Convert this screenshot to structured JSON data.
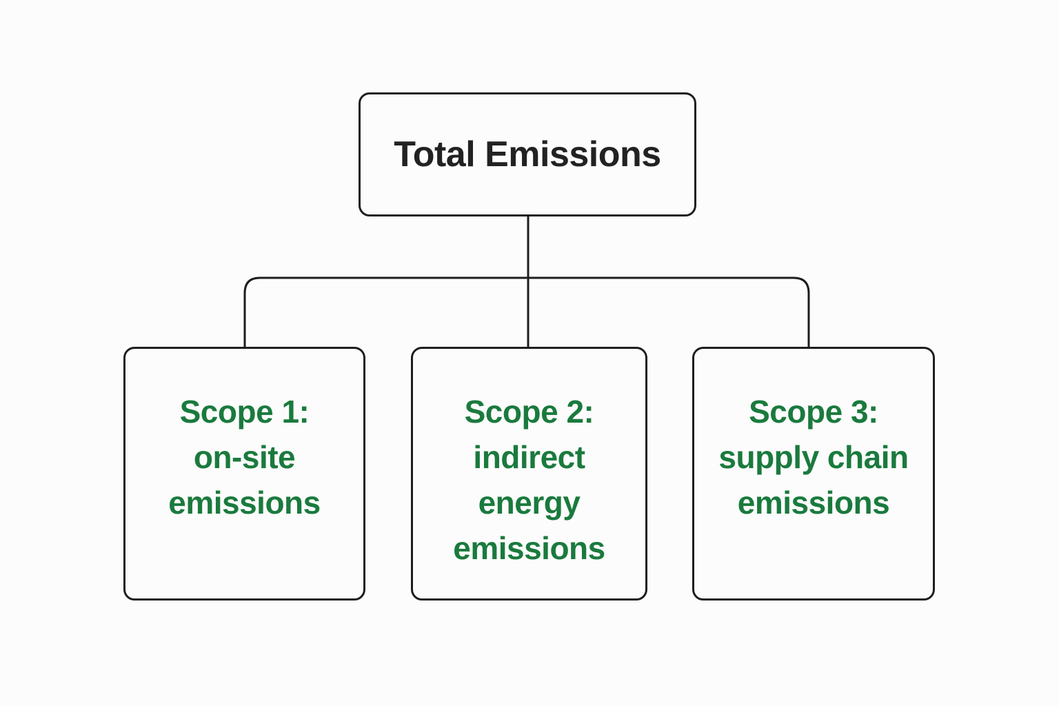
{
  "diagram": {
    "root": {
      "label": "Total Emissions"
    },
    "children": [
      {
        "lines": [
          "Scope 1:",
          "on-site",
          "emissions"
        ]
      },
      {
        "lines": [
          "Scope 2:",
          "indirect",
          "energy",
          "emissions"
        ]
      },
      {
        "lines": [
          "Scope 3:",
          "supply chain",
          "emissions"
        ]
      }
    ]
  },
  "colors": {
    "line": "#1d1d1d",
    "root_text": "#222222",
    "child_text": "#1a7a3d",
    "background": "#fcfcfc"
  }
}
